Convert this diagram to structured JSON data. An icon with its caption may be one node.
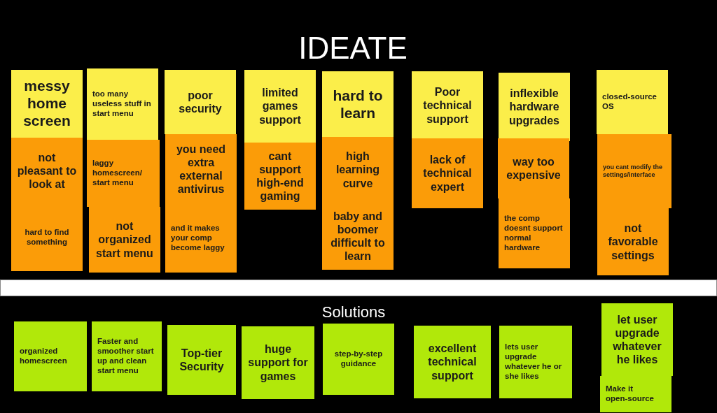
{
  "diagram": {
    "title": "IDEATE",
    "nodes": [
      {
        "text": [
          "messy home screen"
        ]
      },
      {
        "text": [
          "not pleasant to look at"
        ]
      },
      {
        "text": [
          "hard to find something"
        ]
      },
      {
        "text": [
          "too many useless stuff in start menu"
        ]
      },
      {
        "text": [
          "laggy homescreen/ start menu"
        ]
      },
      {
        "text": [
          "not organized start menu"
        ]
      },
      {
        "text": [
          "poor security"
        ]
      },
      {
        "text": [
          "you need extra external antivirus"
        ]
      },
      {
        "text": [
          "and it makes your comp become laggy"
        ]
      },
      {
        "text": [
          "limited games support"
        ]
      },
      {
        "text": [
          "cant support high-end gaming"
        ]
      },
      {
        "text": [
          "hard to learn"
        ]
      },
      {
        "text": [
          "high learning curve"
        ]
      },
      {
        "text": [
          "baby and boomer difficult to learn"
        ]
      },
      {
        "text": [
          "Poor technical support"
        ]
      },
      {
        "text": [
          "lack of technical expert"
        ]
      },
      {
        "text": [
          "inflexible hardware upgrades"
        ]
      },
      {
        "text": [
          "way too expensive"
        ]
      },
      {
        "text": [
          "the comp doesnt support normal hardware"
        ]
      },
      {
        "text": [
          "closed-source OS"
        ]
      },
      {
        "text": [
          "you cant modify the settings/interface"
        ]
      },
      {
        "text": [
          "not favorable settings"
        ]
      },
      {
        "text": [],
        "shape": "bar"
      },
      {
        "text": [
          "organized homescreen"
        ]
      },
      {
        "text": [
          "Faster and smoother start up and clean start menu"
        ]
      },
      {
        "text": [
          "Top-tier Security"
        ]
      },
      {
        "text": [
          "huge support for games"
        ]
      },
      {
        "text": [
          "step-by-step guidance"
        ]
      },
      {
        "text": [
          "excellent technical support"
        ]
      },
      {
        "text": [
          "lets user upgrade whatever he or she likes"
        ]
      },
      {
        "text": [
          "let user upgrade whatever he likes"
        ]
      },
      {
        "text": [
          "Make it open-source"
        ]
      }
    ],
    "labels": [
      "Solutions"
    ]
  }
}
